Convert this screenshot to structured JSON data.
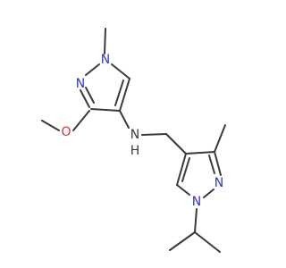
{
  "molecule": {
    "atoms": {
      "n1": "N",
      "n2": "N",
      "o_methoxy": "O",
      "n_amine": "N",
      "h_amine": "H",
      "n3": "N",
      "n4": "N"
    },
    "colors": {
      "bond": "#3a3a3a",
      "nitrogen": "#3333cc",
      "oxygen": "#e03030",
      "carbon": "#3a3a3a"
    }
  }
}
